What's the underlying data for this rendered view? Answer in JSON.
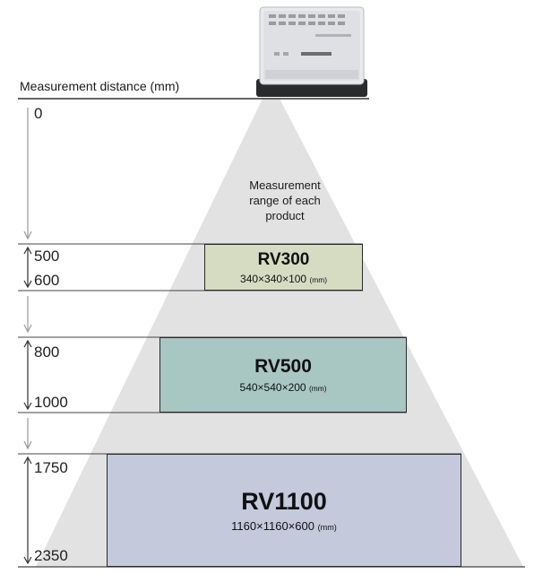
{
  "header": {
    "distance_label": "Measurement distance (mm)"
  },
  "range_note": {
    "line1": "Measurement",
    "line2": "range of each",
    "line3": "product"
  },
  "ticks": {
    "t0": "0",
    "t500": "500",
    "t600": "600",
    "t800": "800",
    "t1000": "1000",
    "t1750": "1750",
    "t2350": "2350"
  },
  "products": [
    {
      "name": "RV300",
      "dims": "340×340×100",
      "unit": "(mm)",
      "color": "#d6dcc2"
    },
    {
      "name": "RV500",
      "dims": "540×540×200",
      "unit": "(mm)",
      "color": "#a9c7c2"
    },
    {
      "name": "RV1100",
      "dims": "1160×1160×600",
      "unit": "(mm)",
      "color": "#c4c9dc"
    }
  ],
  "colors": {
    "cone": "#e2e2e2",
    "arrow": "#9a9a9a",
    "line": "#333333"
  }
}
